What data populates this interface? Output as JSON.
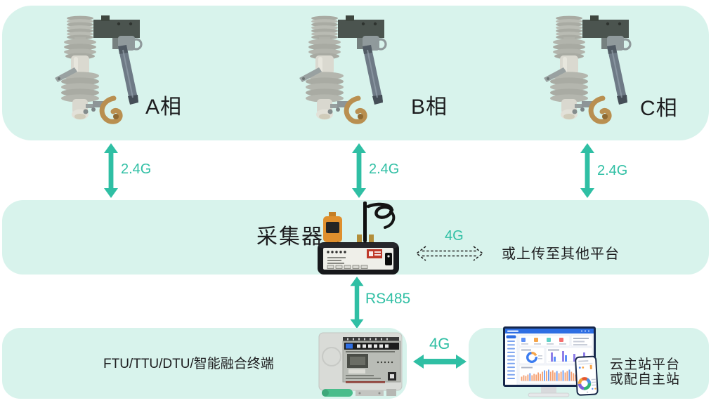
{
  "colors": {
    "band_bg": "#d8f3ec",
    "teal": "#2fbfa4",
    "text_dark": "#1d1d1f"
  },
  "phases": [
    {
      "label": "A相",
      "link_label": "2.4G"
    },
    {
      "label": "B相",
      "link_label": "2.4G"
    },
    {
      "label": "C相",
      "link_label": "2.4G"
    }
  ],
  "collector": {
    "label": "采集器",
    "uplink_label": "4G",
    "uplink_target": "或上传至其他平台",
    "downlink_label": "RS485"
  },
  "terminal": {
    "label": "FTU/TTU/DTU/智能融合终端",
    "uplink_label": "4G"
  },
  "cloud": {
    "line1": "云主站平台",
    "line2": "或配自主站"
  },
  "icons": {
    "phase_device": "fuse-cutout-image",
    "collector_device": "collector-device-image",
    "terminal_device": "dtu-device-image",
    "cloud_device": "monitor-dashboard-image",
    "phone_device": "phone-image"
  }
}
